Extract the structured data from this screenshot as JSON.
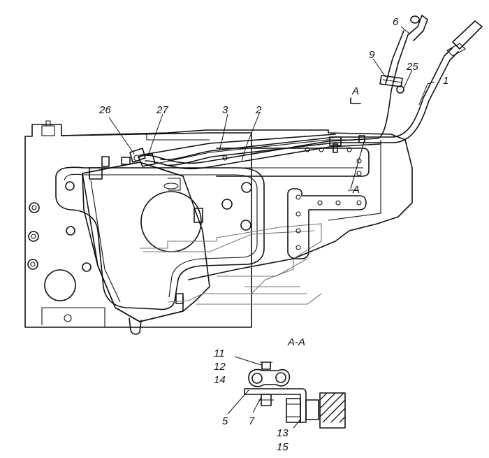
{
  "callouts": {
    "p1": "1",
    "p2": "2",
    "p3": "3",
    "p6": "6",
    "p9": "9",
    "p25": "25",
    "p26": "26",
    "p27": "27",
    "p5": "5",
    "p7": "7",
    "p11": "11",
    "p12": "12",
    "p13": "13",
    "p14": "14",
    "p15": "15"
  },
  "section": {
    "marker_top": "A",
    "marker_side": "A",
    "view_title": "A-A"
  }
}
